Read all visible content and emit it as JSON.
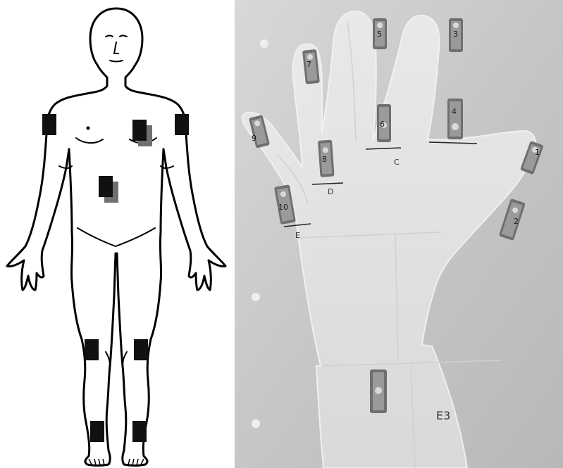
{
  "colors": {
    "sensor_dark": "#111111",
    "sensor_shadow": "#6e6e6e",
    "outline": "#000000",
    "background_photo": "#c9c9c9",
    "glove": "#e3e3e3"
  },
  "photo": {
    "finger_labels": [
      "E",
      "D",
      "C"
    ],
    "sensor_numbers": [
      "9",
      "7",
      "5",
      "3",
      "8",
      "6",
      "4",
      "10",
      "2",
      "1"
    ],
    "sheet_label": "E3"
  }
}
